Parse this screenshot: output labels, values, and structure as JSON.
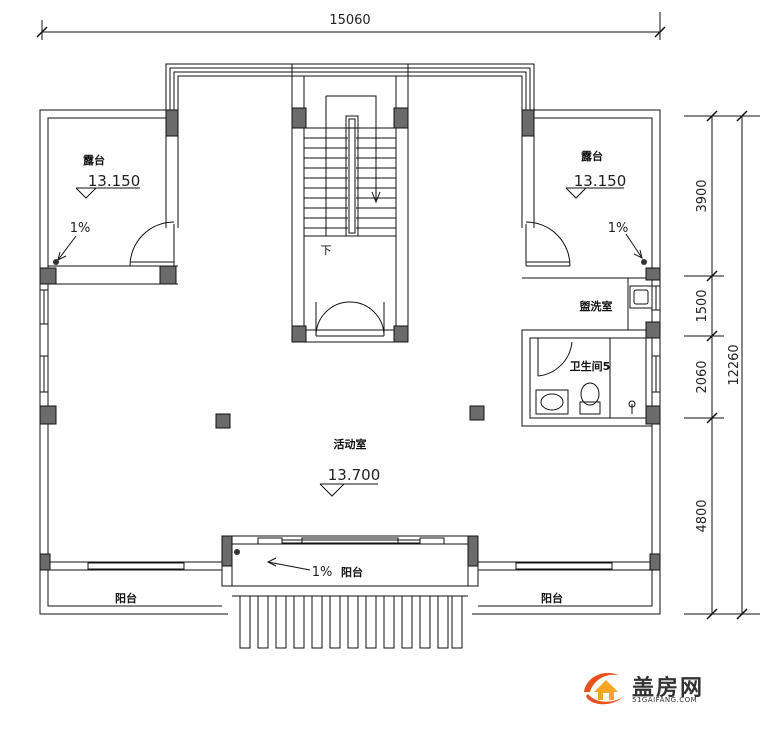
{
  "dimensions": {
    "overall_width": "15060",
    "right_segments": [
      "3900",
      "1500",
      "2060",
      "4800"
    ],
    "overall_height": "12260"
  },
  "rooms": {
    "terrace_left": "露台",
    "terrace_right": "露台",
    "washroom": "盥洗室",
    "bathroom": "卫生间5",
    "activity_room": "活动室",
    "balcony_center": "阳台",
    "balcony_left": "阳台",
    "balcony_right": "阳台"
  },
  "levels": {
    "terrace_left": "13.150",
    "terrace_right": "13.150",
    "activity_room": "13.700"
  },
  "slopes": {
    "terrace_left": "1%",
    "terrace_right": "1%",
    "balcony_center": "1%"
  },
  "stair": {
    "direction": "下"
  },
  "logo": {
    "name": "盖房网",
    "url": "51GAIFANG.COM",
    "colors": {
      "primary": "#e8501e",
      "accent": "#f6a623"
    }
  }
}
